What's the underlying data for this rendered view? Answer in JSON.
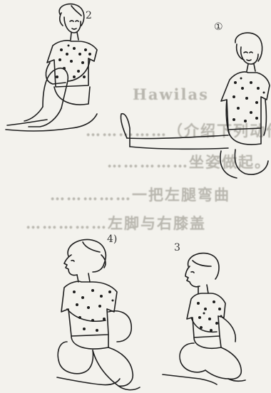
{
  "steps": [
    {
      "label": "2"
    },
    {
      "label": "①"
    },
    {
      "label": "4)"
    },
    {
      "label": "3"
    }
  ],
  "background_text_lines": [
    "Hawilas",
    "……………（介绍下列动作",
    "……………坐姿做起。",
    "……………一把左腿弯曲",
    "……………左脚与右膝盖"
  ],
  "colors": {
    "paper": "#f3f2ed",
    "ink": "#1e1e1e",
    "faded_text": "#b8b6ae"
  }
}
